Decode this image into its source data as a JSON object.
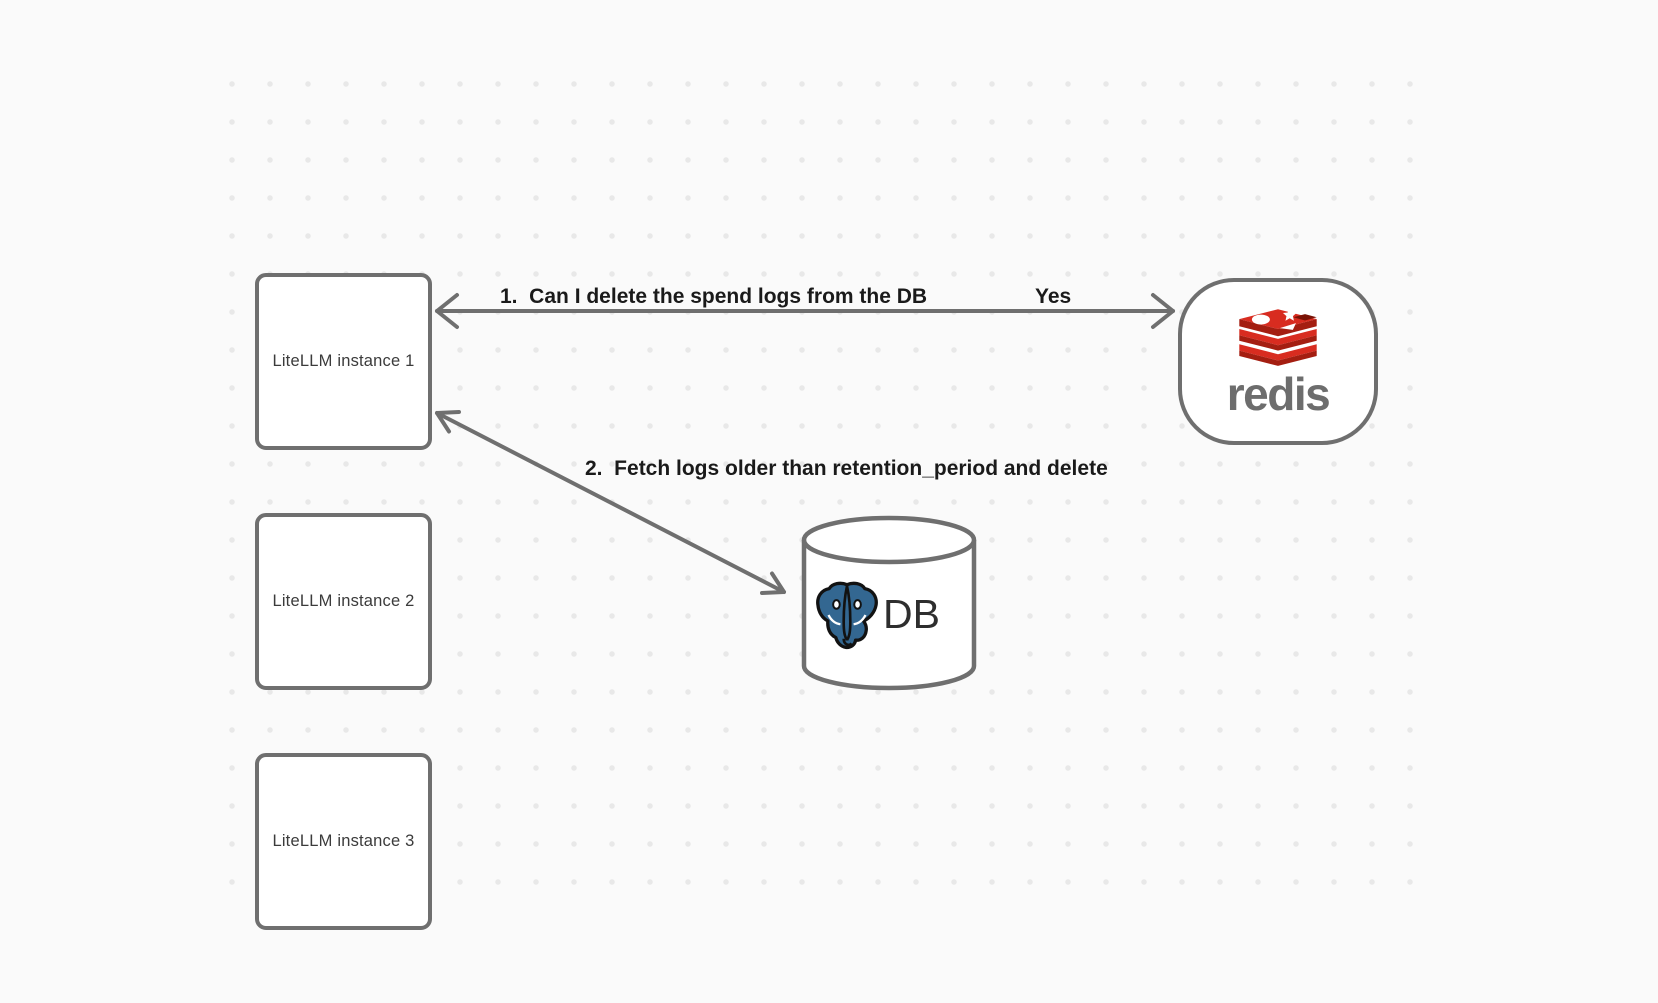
{
  "diagram": {
    "nodes": {
      "litellm_instances": [
        {
          "label": "LiteLLM instance 1"
        },
        {
          "label": "LiteLLM instance 2"
        },
        {
          "label": "LiteLLM instance 3"
        }
      ],
      "redis": {
        "wordmark": "redis",
        "icon": "redis-logo-icon"
      },
      "database": {
        "label": "DB",
        "icon": "postgresql-elephant-icon"
      }
    },
    "edges": [
      {
        "from": "LiteLLM instance 1",
        "to": "redis",
        "bidirectional": true,
        "label": "1.  Can I delete the spend logs from the DB",
        "response": "Yes"
      },
      {
        "from": "LiteLLM instance 1",
        "to": "DB",
        "bidirectional": true,
        "label": "2.  Fetch logs older than retention_period and delete"
      }
    ],
    "colors": {
      "background": "#fafafa",
      "grid_dot": "#e8e8e8",
      "stroke": "#6f6f6f",
      "edge_label_text": "#1a1a1a",
      "node_label_text": "#3b3b3b",
      "redis_red": "#d82c20",
      "redis_dark_red": "#a41e11",
      "redis_wordmark": "#6d6d6d",
      "postgres_blue": "#336791",
      "db_text": "#2e2e2e"
    }
  }
}
